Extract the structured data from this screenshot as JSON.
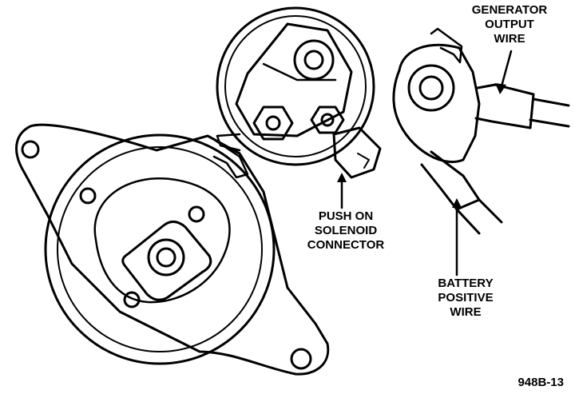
{
  "labels": {
    "generator_output_wire": [
      "GENERATOR",
      "OUTPUT",
      "WIRE"
    ],
    "push_on_solenoid_connector": [
      "PUSH ON",
      "SOLENOID",
      "CONNECTOR"
    ],
    "battery_positive_wire": [
      "BATTERY",
      "POSITIVE",
      "WIRE"
    ],
    "figure_number": "948B-13"
  },
  "colors": {
    "ink": "#000000",
    "paper": "#ffffff"
  }
}
